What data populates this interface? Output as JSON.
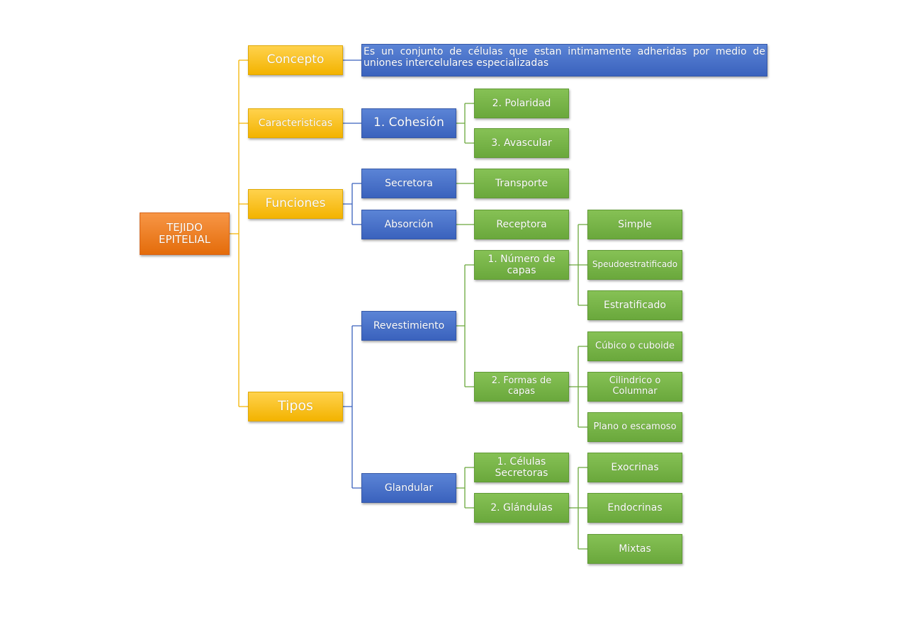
{
  "root": "TEJIDO EPITELIAL",
  "branches": {
    "concepto": "Concepto",
    "caracteristicas": "Caracteristicas",
    "funciones": "Funciones",
    "tipos": "Tipos"
  },
  "concepto_text": "Es un conjunto de células que estan intimamente adheridas por medio de uniones intercelulares especializadas",
  "caracteristicas": {
    "cohesion": "1. Cohesión",
    "polaridad": "2. Polaridad",
    "avascular": "3. Avascular"
  },
  "funciones": {
    "secretora": "Secretora",
    "absorcion": "Absorción",
    "transporte": "Transporte",
    "receptora": "Receptora"
  },
  "tipos": {
    "revestimiento": "Revestimiento",
    "numero_capas": "1. Número de capas",
    "formas_capas": "2. Formas de capas",
    "simple": "Simple",
    "pseudo": "Speudoestratificado",
    "estratificado": "Estratificado",
    "cubico": "Cúbico o cuboide",
    "cilindrico": "Cilindrico o Columnar",
    "plano": "Plano o escamoso",
    "glandular": "Glandular",
    "celulas_secretoras": "1. Células Secretoras",
    "glandulas": "2. Glándulas",
    "exocrinas": "Exocrinas",
    "endocrinas": "Endocrinas",
    "mixtas": "Mixtas"
  },
  "colors": {
    "root": "#e46c0a",
    "branch": "#f3b300",
    "level2": "#3a62bd",
    "level3": "#6aa83c",
    "connector_yellow": "#f3b300",
    "connector_blue": "#3a62bd",
    "connector_green": "#6aa83c"
  }
}
